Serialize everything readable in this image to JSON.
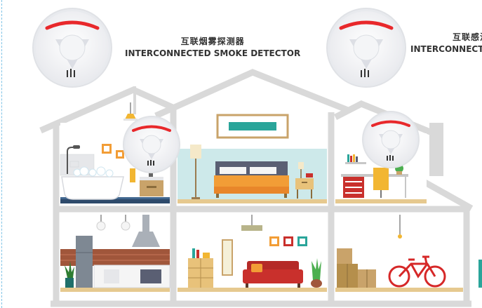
{
  "captions": [
    {
      "cn": "互联烟雾探测器",
      "en": "INTERCONNECTED SMOKE DETECTOR"
    },
    {
      "cn": "互联感温",
      "en": "INTERCONNECTE"
    }
  ],
  "colors": {
    "house_outline": "#d9d9d9",
    "detector_red": "#e8282b",
    "bathroom_floor": "#2e4a6b",
    "bedroom_wall": "#cde9ea",
    "bed_orange": "#f29d36",
    "bed_frame": "#5a5f73",
    "sofa_red": "#c9302c",
    "kitchen_brick": "#a0563b",
    "bike_red": "#d62828",
    "box_tan": "#c9a36a",
    "floor_wood": "#e6c98f",
    "chair_yellow": "#f2b632"
  },
  "icons": [
    "smoke-detector-icon",
    "ceiling-lamp-icon",
    "bathtub-icon",
    "bed-icon",
    "sofa-icon",
    "range-hood-icon",
    "bicycle-icon",
    "boxes-icon",
    "desk-icon"
  ]
}
